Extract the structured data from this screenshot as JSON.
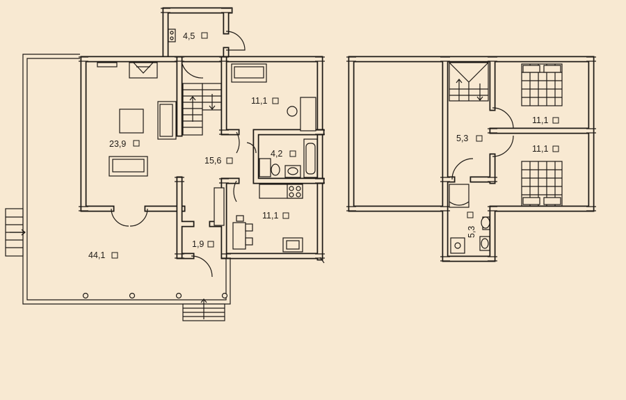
{
  "floor_plan": {
    "ground_floor": {
      "rooms": [
        {
          "id": "vestibule",
          "area": "4,5"
        },
        {
          "id": "living",
          "area": "23,9"
        },
        {
          "id": "kitchen-top",
          "area": "11,1"
        },
        {
          "id": "hall",
          "area": "15,6"
        },
        {
          "id": "bathroom",
          "area": "4,2"
        },
        {
          "id": "kitchen",
          "area": "11,1"
        },
        {
          "id": "corridor",
          "area": "1,9"
        },
        {
          "id": "terrace",
          "area": "44,1"
        }
      ]
    },
    "upper_floor": {
      "rooms": [
        {
          "id": "landing",
          "area": "5,3"
        },
        {
          "id": "bedroom-1",
          "area": "11,1"
        },
        {
          "id": "bedroom-2",
          "area": "11,1"
        },
        {
          "id": "wc",
          "area": "5,3"
        }
      ]
    },
    "colors": {
      "background": "#f8e9d2",
      "line": "#1e1a16"
    }
  }
}
